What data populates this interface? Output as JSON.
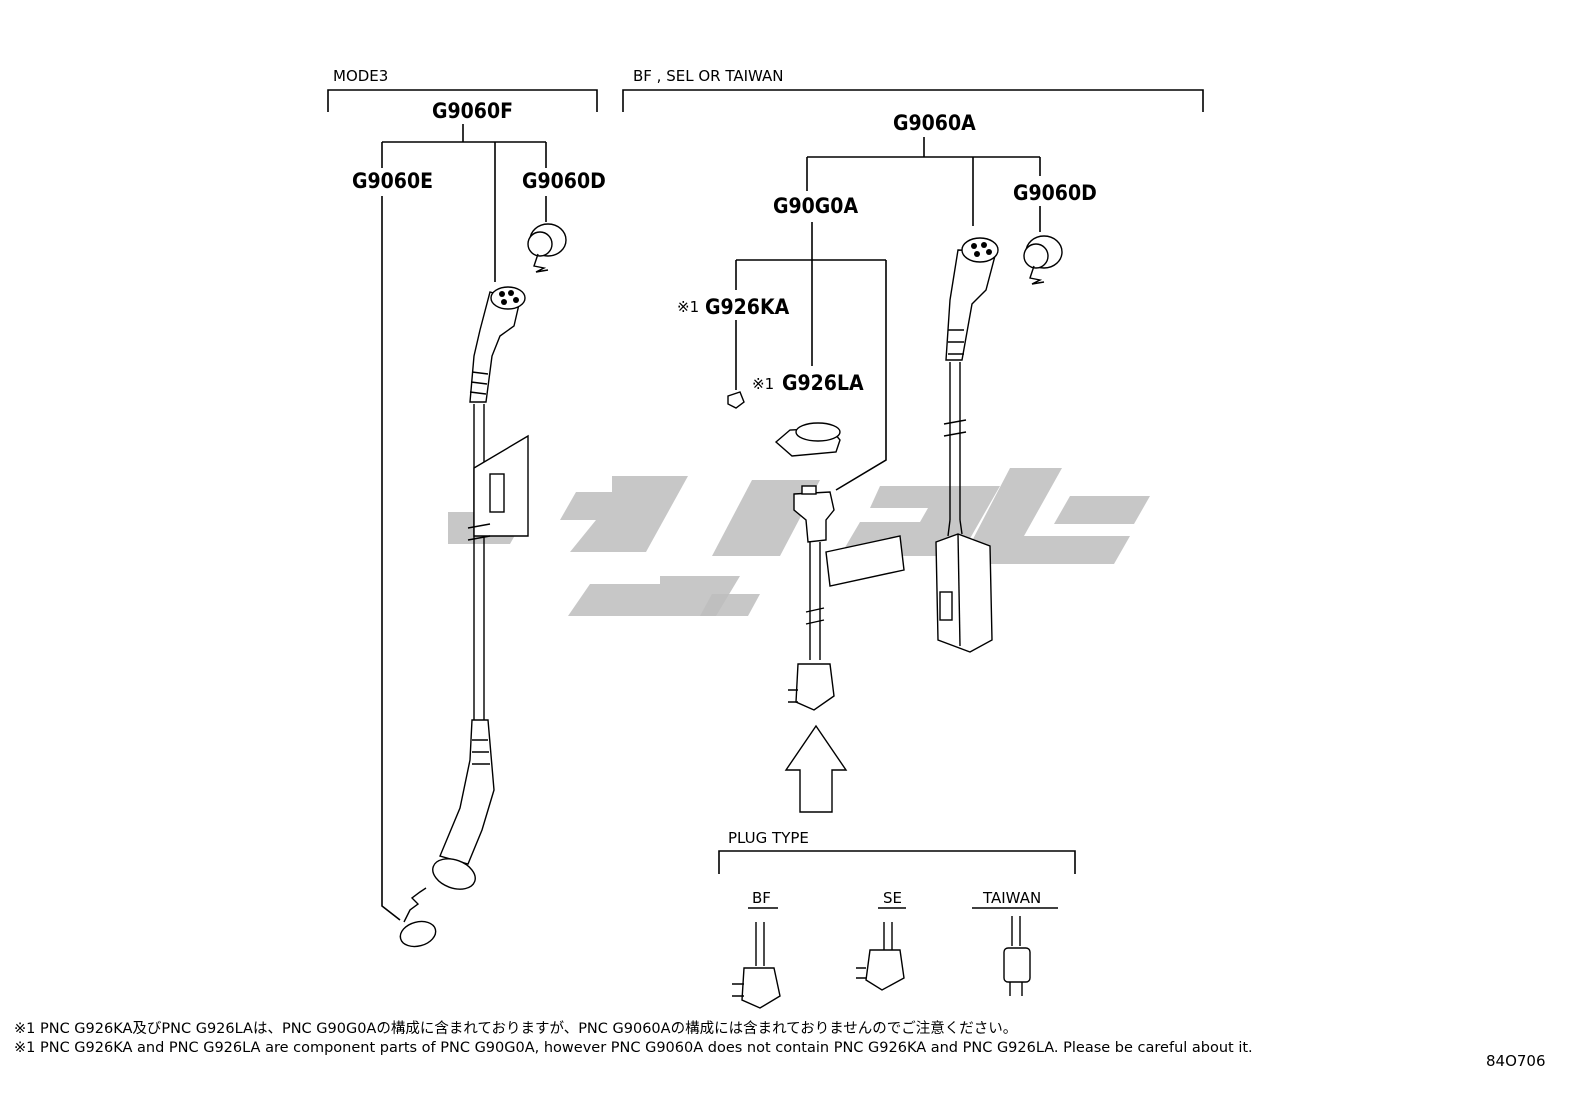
{
  "groups": {
    "mode3": {
      "label": "MODE3"
    },
    "bf_sel_taiwan": {
      "label": "BF , SEL OR TAIWAN"
    },
    "plug_type": {
      "label": "PLUG TYPE"
    }
  },
  "parts": {
    "g9060f": "G9060F",
    "g9060e": "G9060E",
    "g9060d_left": "G9060D",
    "g9060a": "G9060A",
    "g90g0a": "G90G0A",
    "g9060d_right": "G9060D",
    "g926ka": "G926KA",
    "g926la": "G926LA"
  },
  "markers": {
    "g926ka_mark": "※1",
    "g926la_mark": "※1"
  },
  "plug_types": {
    "bf": "BF",
    "se": "SE",
    "taiwan": "TAIWAN"
  },
  "notes": {
    "japanese": "※1 PNC G926KA及びPNC G926LAは、PNC G90G0Aの構成に含まれておりますが、PNC G9060Aの構成には含まれておりませんのでご注意ください。",
    "english": "※1 PNC G926KA and PNC G926LA are component parts of PNC G90G0A, however PNC G9060A does not contain PNC G926KA and PNC G926LA. Please be careful about it."
  },
  "figure_id": "84O706",
  "watermark_color": "#bdbdbd"
}
